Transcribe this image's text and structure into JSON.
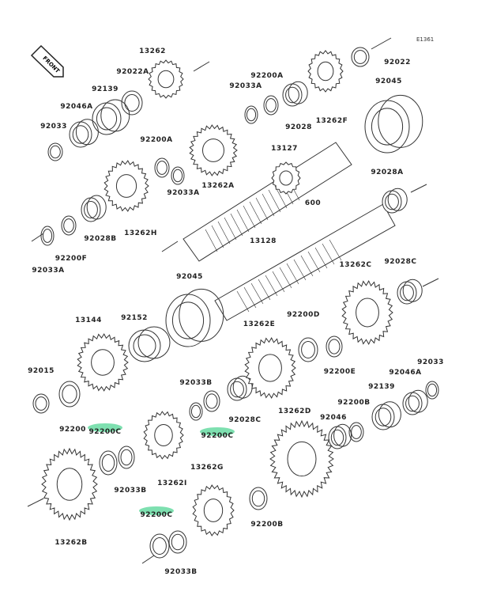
{
  "diagram_code": "E1361",
  "front_marker": "FRONT",
  "highlight_color": "#7ee0b0",
  "line_color": "#333333",
  "labels": [
    "13262",
    "92022A",
    "92139",
    "92046A",
    "92033",
    "92200A",
    "92033A",
    "13262A",
    "13262H",
    "92028B",
    "92200F",
    "92033A",
    "92033A",
    "92200A",
    "92028",
    "13262F",
    "92022",
    "92045",
    "13127",
    "92028A",
    "600",
    "13128",
    "13262C",
    "92028C",
    "92045",
    "13144",
    "92152",
    "92015",
    "92200",
    "92200C",
    "92033B",
    "92200C",
    "92028C",
    "13262E",
    "92200D",
    "92200E",
    "92033",
    "92046A",
    "92139",
    "92200B",
    "92046",
    "13262D",
    "13262I",
    "92033B",
    "13262G",
    "13262B",
    "92200C",
    "92200B",
    "92033B"
  ],
  "highlighted_labels": [
    29,
    31,
    46
  ]
}
